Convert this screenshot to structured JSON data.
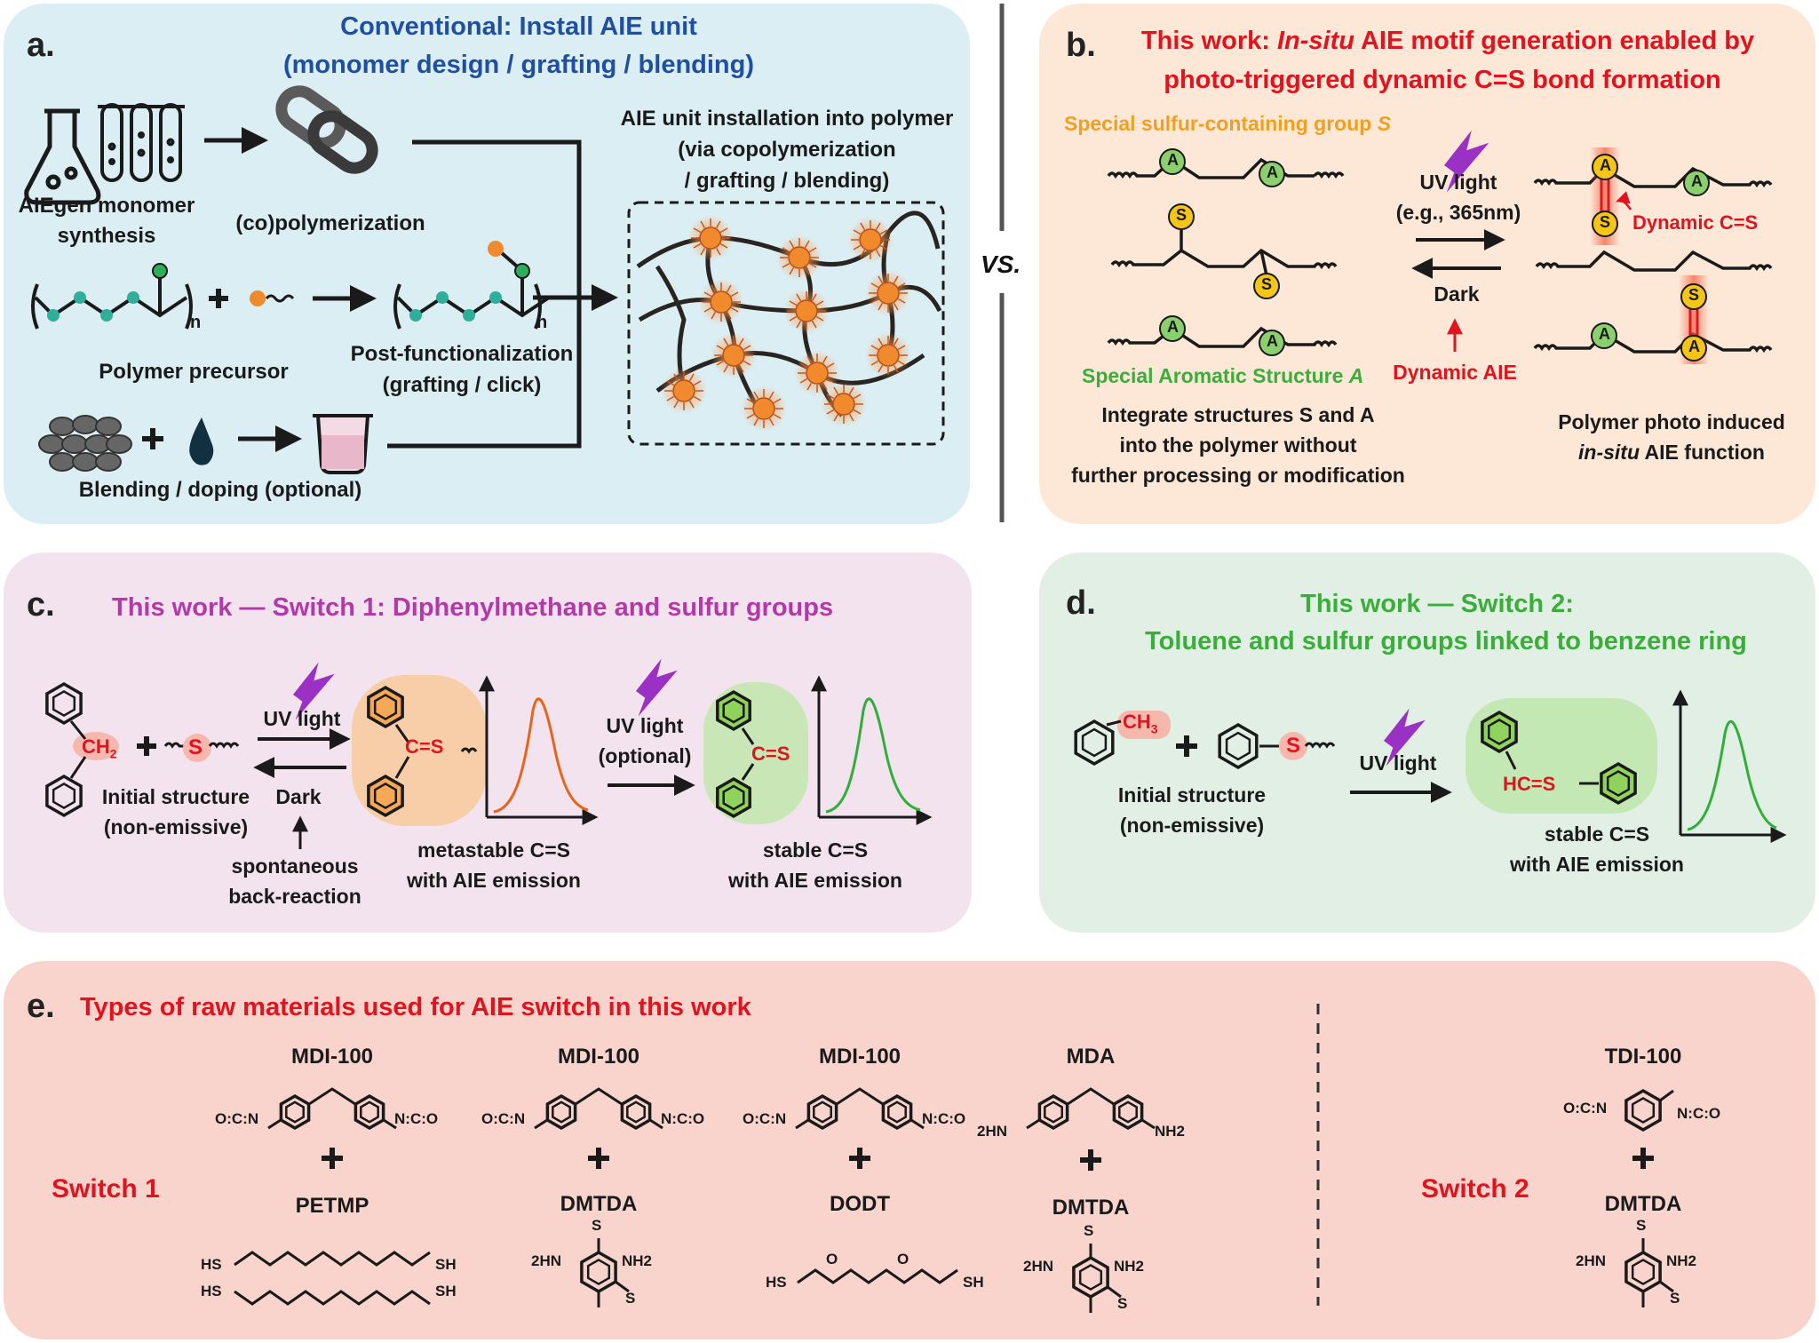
{
  "panels": {
    "a": {
      "label": "a.",
      "title_line1": "Conventional: Install AIE unit",
      "title_line2": "(monomer design / grafting / blending)",
      "monomer_line1": "AIEgen monomer",
      "monomer_line2": "synthesis",
      "copolymerization": "(co)polymerization",
      "polymer_precursor": "Polymer precursor",
      "postfunc_line1": "Post-functionalization",
      "postfunc_line2": "(grafting / click)",
      "blending": "Blending / doping (optional)",
      "install_line1": "AIE unit installation into polymer",
      "install_line2": "(via copolymerization",
      "install_line3": "/ grafting / blending)",
      "subscript_n": "n"
    },
    "vs": "VS.",
    "b": {
      "label": "b.",
      "title_line1_pre": "This work: ",
      "title_line1_it": "In-situ",
      "title_line1_post": " AIE motif generation enabled by",
      "title_line2": "photo-triggered dynamic C=S bond formation",
      "sulfur_group_pre": "Special sulfur-containing group ",
      "sulfur_group_it": "S",
      "aromatic_pre": "Special Aromatic Structure ",
      "aromatic_it": "A",
      "uv_light": "UV light",
      "uv_example": "(e.g., 365nm)",
      "dark": "Dark",
      "dynamic_aie": "Dynamic AIE",
      "dynamic_cs": "Dynamic C=S",
      "integrate_line1": "Integrate structures S and A",
      "integrate_line2": "into the polymer without",
      "integrate_line3": "further processing or modification",
      "photo_line1": "Polymer photo induced",
      "photo_line2_it": "in-situ",
      "photo_line2_post": " AIE function",
      "bead_A": "A",
      "bead_S": "S"
    },
    "c": {
      "label": "c.",
      "title": "This work — Switch 1: Diphenylmethane and sulfur groups",
      "ch2": "CH",
      "ch2_sub": "2",
      "s_atom": "S",
      "uv_light": "UV light",
      "dark": "Dark",
      "initial_line1": "Initial structure",
      "initial_line2": "(non-emissive)",
      "spont_line1": "spontaneous",
      "spont_line2": "back-reaction",
      "cs_label": "C=S",
      "metastable_line1": "metastable C=S",
      "metastable_line2": "with AIE emission",
      "uv_opt_line1": "UV light",
      "uv_opt_line2": "(optional)",
      "stable_line1": "stable C=S",
      "stable_line2": "with AIE emission"
    },
    "d": {
      "label": "d.",
      "title_line1": "This work — Switch 2:",
      "title_line2": "Toluene and sulfur groups linked to benzene ring",
      "ch3": "CH",
      "ch3_sub": "3",
      "s_atom": "S",
      "uv_light": "UV light",
      "initial_line1": "Initial structure",
      "initial_line2": "(non-emissive)",
      "hcs": "HC=S",
      "stable_line1": "stable C=S",
      "stable_line2": "with AIE emission"
    },
    "e": {
      "label": "e.",
      "title": "Types of raw materials used for AIE switch in this work",
      "switch1": "Switch 1",
      "switch2": "Switch 2",
      "mdi1": "MDI-100",
      "mdi2": "MDI-100",
      "mdi3": "MDI-100",
      "mda": "MDA",
      "tdi": "TDI-100",
      "petmp": "PETMP",
      "dmtda1": "DMTDA",
      "dodt": "DODT",
      "dmtda2": "DMTDA",
      "dmtda3": "DMTDA",
      "nco_l": "O:C:N",
      "nco_r": "N:C:O",
      "hs": "HS",
      "sh": "SH",
      "h2n": "2HN",
      "nh2": "NH2",
      "s": "S",
      "o": "O"
    }
  },
  "colors": {
    "panel_a": "#dbeef4",
    "panel_b": "#fde8d8",
    "panel_c": "#f3e3ef",
    "panel_d": "#e1efe4",
    "panel_e": "#f9d4cd",
    "orange_bead": "#f08a2c",
    "green_bead": "#8ccf6e",
    "yellow_bead": "#f5c518",
    "lightning": "#9b30c4",
    "emission_orange": "#e8641a",
    "emission_green": "#2fae3a"
  }
}
